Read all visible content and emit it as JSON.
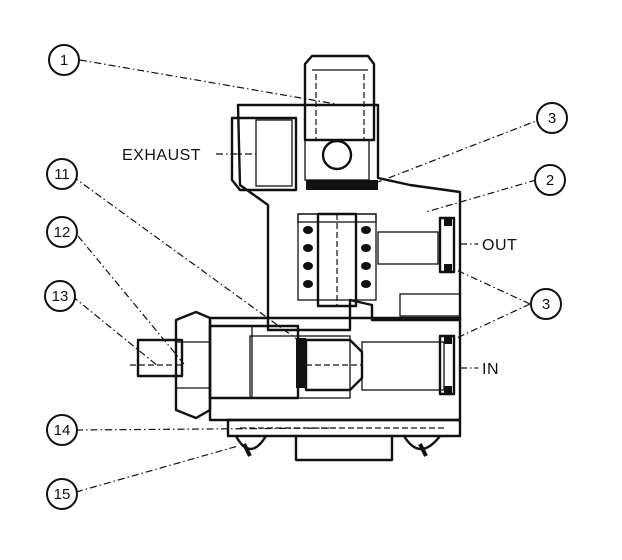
{
  "labels": {
    "exhaust": "EXHAUST",
    "out": "OUT",
    "in": "IN"
  },
  "callouts": [
    {
      "key": "c1",
      "text": "1"
    },
    {
      "key": "c3a",
      "text": "3"
    },
    {
      "key": "c2",
      "text": "2"
    },
    {
      "key": "c11",
      "text": "11"
    },
    {
      "key": "c12",
      "text": "12"
    },
    {
      "key": "c13",
      "text": "13"
    },
    {
      "key": "c3b",
      "text": "3"
    },
    {
      "key": "c14",
      "text": "14"
    },
    {
      "key": "c15",
      "text": "15"
    }
  ]
}
